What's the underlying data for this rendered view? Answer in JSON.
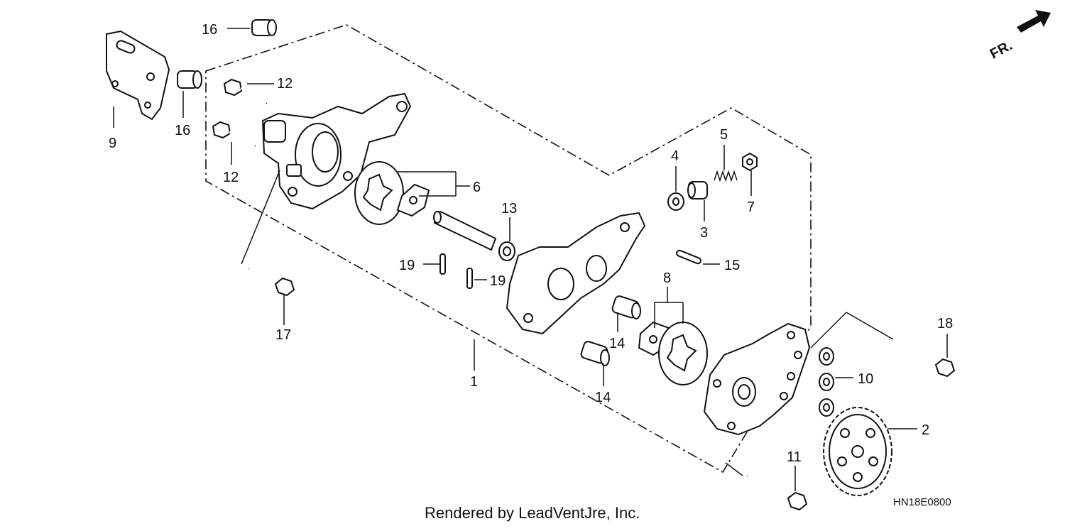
{
  "callouts": [
    "1",
    "2",
    "3",
    "4",
    "5",
    "6",
    "7",
    "8",
    "9",
    "10",
    "11",
    "12",
    "13",
    "14",
    "15",
    "16",
    "17",
    "18",
    "19"
  ],
  "footer_text": "Rendered by LeadVentJre, Inc.",
  "diagram_code": "HN18E0800",
  "direction_label": "FR."
}
